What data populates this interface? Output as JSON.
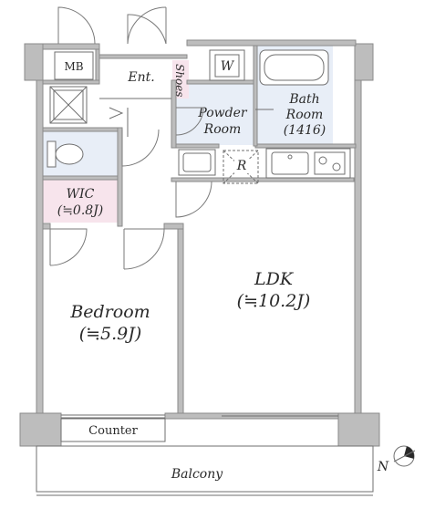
{
  "rooms": {
    "mb": "MB",
    "entrance": "Ent.",
    "shoes": "Shoes",
    "washer": "W",
    "powder_line1": "Powder",
    "powder_line2": "Room",
    "bath_line1": "Bath",
    "bath_line2": "Room",
    "bath_size": "(1416)",
    "refrigerator": "R",
    "wic": "WIC",
    "wic_size": "(≒0.8J)",
    "ldk": "LDK",
    "ldk_size": "(≒10.2J)",
    "bedroom": "Bedroom",
    "bedroom_size": "(≒5.9J)",
    "counter": "Counter",
    "balcony": "Balcony",
    "north": "N"
  },
  "colors": {
    "wall": "#bdbdbd",
    "wet_area": "#e8eef7",
    "wic_fill": "#f7e4ec",
    "shoes_fill": "#f7e4ec",
    "line": "#6f6f6f"
  }
}
